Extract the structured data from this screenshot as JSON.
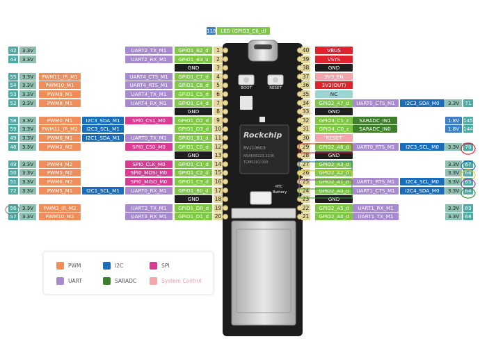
{
  "top_label": {
    "num": "118",
    "name": "LED (GPIO3_C6_d)"
  },
  "board_text": {
    "boot": "BOOT",
    "reset": "RESET",
    "chip_brand": "Rockchip",
    "chip_model": "RV1106G3",
    "chip_line2": "NSA6X8223 2236",
    "chip_line3": "TOM0201 000",
    "rtc": "RTC",
    "battery": "Battery"
  },
  "colors": {
    "pwm": "#ef8e5a",
    "uart": "#a78bce",
    "i2c": "#1a6dbb",
    "spi": "#d93d91",
    "saradc": "#3d7f2a",
    "gpio": "#7ec845",
    "num": "#4eaaa3",
    "v33": "#8fc0b2",
    "gnd": "#1e1e1e",
    "power": "#e0222d",
    "pin": "#e3d79a",
    "sys": "#f5a6ad",
    "adc_v": "#3f7fc4",
    "nc": "#9ad4d3"
  },
  "legend": [
    {
      "key": "pwm",
      "label": "PWM"
    },
    {
      "key": "i2c",
      "label": "I2C"
    },
    {
      "key": "spi",
      "label": "SPI"
    },
    {
      "key": "uart",
      "label": "UART"
    },
    {
      "key": "saradc",
      "label": "SARADC"
    },
    {
      "key": "sys",
      "label": "System Control"
    }
  ],
  "left_pins": [
    {
      "pin": "1",
      "items": [
        {
          "t": "num",
          "v": "42"
        },
        {
          "t": "v33",
          "v": "3.3V"
        },
        {
          "t": "uart",
          "v": "UART2_TX_M1"
        },
        {
          "t": "gpio",
          "v": "GPIO1_B2_d"
        }
      ]
    },
    {
      "pin": "2",
      "items": [
        {
          "t": "num",
          "v": "43"
        },
        {
          "t": "v33",
          "v": "3.3V"
        },
        {
          "t": "uart",
          "v": "UART2_RX_M1"
        },
        {
          "t": "gpio",
          "v": "GPIO1_B3_u"
        }
      ]
    },
    {
      "pin": "3",
      "items": [
        {
          "t": "gnd",
          "v": "GND"
        }
      ]
    },
    {
      "pin": "4",
      "items": [
        {
          "t": "num",
          "v": "55"
        },
        {
          "t": "v33",
          "v": "3.3V"
        },
        {
          "t": "pwm",
          "v": "PWM11_IR_M1"
        },
        {
          "t": "uart",
          "v": "UART4_CTS_M1"
        },
        {
          "t": "gpio",
          "v": "GPIO1_C7_d"
        }
      ]
    },
    {
      "pin": "5",
      "items": [
        {
          "t": "num",
          "v": "54"
        },
        {
          "t": "v33",
          "v": "3.3V"
        },
        {
          "t": "pwm",
          "v": "PWM10_M1"
        },
        {
          "t": "uart",
          "v": "UART4_RTS_M1"
        },
        {
          "t": "gpio",
          "v": "GPIO1_C6_d"
        }
      ]
    },
    {
      "pin": "6",
      "items": [
        {
          "t": "num",
          "v": "53"
        },
        {
          "t": "v33",
          "v": "3.3V"
        },
        {
          "t": "pwm",
          "v": "PWM9_M1"
        },
        {
          "t": "uart",
          "v": "UART4_TX_M1"
        },
        {
          "t": "gpio",
          "v": "GPIO1_C5_d"
        }
      ]
    },
    {
      "pin": "7",
      "items": [
        {
          "t": "num",
          "v": "52"
        },
        {
          "t": "v33",
          "v": "3.3V"
        },
        {
          "t": "pwm",
          "v": "PWM8_M1"
        },
        {
          "t": "uart",
          "v": "UART4_RX_M1"
        },
        {
          "t": "gpio",
          "v": "GPIO1_C4_d"
        }
      ]
    },
    {
      "pin": "8",
      "items": [
        {
          "t": "gnd",
          "v": "GND"
        }
      ]
    },
    {
      "pin": "9",
      "items": [
        {
          "t": "num",
          "v": "58"
        },
        {
          "t": "v33",
          "v": "3.3V"
        },
        {
          "t": "pwm",
          "v": "PWM0_M1"
        },
        {
          "t": "i2c",
          "v": "I2C3_SDA_M1"
        },
        {
          "t": "spi",
          "v": "SPI0_CS1_M0"
        },
        {
          "t": "gpio",
          "v": "GPIO1_D2_d"
        }
      ]
    },
    {
      "pin": "10",
      "items": [
        {
          "t": "num",
          "v": "59"
        },
        {
          "t": "v33",
          "v": "3.3V"
        },
        {
          "t": "pwm",
          "v": "PWM11_IR_M2"
        },
        {
          "t": "i2c",
          "v": "I2C3_SCL_M1"
        },
        {
          "t": "gpio",
          "v": "GPIO1_D3_d"
        }
      ]
    },
    {
      "pin": "11",
      "items": [
        {
          "t": "num",
          "v": "49"
        },
        {
          "t": "v33",
          "v": "3.3V"
        },
        {
          "t": "pwm",
          "v": "PWM6_M1"
        },
        {
          "t": "i2c",
          "v": "I2C1_SDA_M1"
        },
        {
          "t": "uart",
          "v": "UART0_TX_M1"
        },
        {
          "t": "gpio",
          "v": "GPIO1_B1_d"
        }
      ]
    },
    {
      "pin": "12",
      "items": [
        {
          "t": "num",
          "v": "48"
        },
        {
          "t": "v33",
          "v": "3.3V"
        },
        {
          "t": "pwm",
          "v": "PWM2_M2"
        },
        {
          "t": "spi",
          "v": "SPI0_CS0_M0"
        },
        {
          "t": "gpio",
          "v": "GPIO1_C0_d"
        }
      ]
    },
    {
      "pin": "13",
      "items": [
        {
          "t": "gnd",
          "v": "GND"
        }
      ]
    },
    {
      "pin": "14",
      "items": [
        {
          "t": "num",
          "v": "49"
        },
        {
          "t": "v33",
          "v": "3.3V"
        },
        {
          "t": "pwm",
          "v": "PWM4_M2"
        },
        {
          "t": "spi",
          "v": "SPI0_CLK_M0"
        },
        {
          "t": "gpio",
          "v": "GPIO1_C1_d"
        }
      ]
    },
    {
      "pin": "15",
      "items": [
        {
          "t": "num",
          "v": "50"
        },
        {
          "t": "v33",
          "v": "3.3V"
        },
        {
          "t": "pwm",
          "v": "PWM5_M2"
        },
        {
          "t": "spi",
          "v": "SPI0_MOSI_M0"
        },
        {
          "t": "gpio",
          "v": "GPIO1_C2_d"
        }
      ]
    },
    {
      "pin": "16",
      "items": [
        {
          "t": "num",
          "v": "51"
        },
        {
          "t": "v33",
          "v": "3.3V"
        },
        {
          "t": "pwm",
          "v": "PWM6_M2"
        },
        {
          "t": "spi",
          "v": "SPI0_MISO_M0"
        },
        {
          "t": "gpio",
          "v": "GPIO1_C3_d"
        }
      ]
    },
    {
      "pin": "17",
      "items": [
        {
          "t": "num",
          "v": "72"
        },
        {
          "t": "v33",
          "v": "3.3V"
        },
        {
          "t": "pwm",
          "v": "PWM5_M1"
        },
        {
          "t": "i2c",
          "v": "I2C1_SCL_M1"
        },
        {
          "t": "uart",
          "v": "UART0_RX_M1"
        },
        {
          "t": "gpio",
          "v": "GPIO1_B0_d"
        }
      ]
    },
    {
      "pin": "18",
      "items": [
        {
          "t": "gnd",
          "v": "GND"
        }
      ]
    },
    {
      "pin": "19",
      "items": [
        {
          "t": "num",
          "v": "56"
        },
        {
          "t": "v33",
          "v": "3.3V"
        },
        {
          "t": "pwm",
          "v": "PWM3_IR_M2"
        },
        {
          "t": "uart",
          "v": "UART3_TX_M1"
        },
        {
          "t": "gpio",
          "v": "GPIO1_D0_d"
        }
      ]
    },
    {
      "pin": "20",
      "items": [
        {
          "t": "num",
          "v": "57"
        },
        {
          "t": "v33",
          "v": "3.3V"
        },
        {
          "t": "pwm",
          "v": "PWM10_M2"
        },
        {
          "t": "uart",
          "v": "UART3_RX_M1"
        },
        {
          "t": "gpio",
          "v": "GPIO1_D1_d"
        }
      ]
    }
  ],
  "right_pins": [
    {
      "pin": "40",
      "items": [
        {
          "t": "power",
          "v": "VBUS"
        }
      ]
    },
    {
      "pin": "39",
      "items": [
        {
          "t": "power",
          "v": "VSYS"
        }
      ]
    },
    {
      "pin": "38",
      "items": [
        {
          "t": "gnd",
          "v": "GND"
        }
      ]
    },
    {
      "pin": "37",
      "items": [
        {
          "t": "sys",
          "v": "3V3_EN"
        }
      ]
    },
    {
      "pin": "36",
      "items": [
        {
          "t": "power",
          "v": "3V3(OUT)"
        }
      ]
    },
    {
      "pin": "35",
      "items": [
        {
          "t": "nc",
          "v": "NC"
        }
      ]
    },
    {
      "pin": "34",
      "items": [
        {
          "t": "gpio",
          "v": "GPIO2_A7_d"
        },
        {
          "t": "uart",
          "v": "UART0_CTS_M1"
        },
        {
          "t": "i2c",
          "v": "I2C3_SDA_M0"
        },
        {
          "t": "v33",
          "v": "3.3V"
        },
        {
          "t": "num",
          "v": "71"
        }
      ]
    },
    {
      "pin": "33",
      "items": [
        {
          "t": "gnd",
          "v": "GND"
        }
      ]
    },
    {
      "pin": "32",
      "items": [
        {
          "t": "gpio",
          "v": "GPIO4_C1_z"
        },
        {
          "t": "saradc",
          "v": "SARADC_IN1"
        },
        {
          "t": "adc_v",
          "v": "1.8V"
        },
        {
          "t": "num",
          "v": "145"
        }
      ]
    },
    {
      "pin": "31",
      "items": [
        {
          "t": "gpio",
          "v": "GPIO4_C0_z"
        },
        {
          "t": "saradc",
          "v": "SARADC_IN0"
        },
        {
          "t": "adc_v",
          "v": "1.8V"
        },
        {
          "t": "num",
          "v": "144"
        }
      ]
    },
    {
      "pin": "30",
      "items": [
        {
          "t": "sys",
          "v": "RESET"
        }
      ]
    },
    {
      "pin": "29",
      "items": [
        {
          "t": "gpio",
          "v": "GPIO2_A6_d"
        },
        {
          "t": "uart",
          "v": "UART0_RTS_M1"
        },
        {
          "t": "i2c",
          "v": "I2C3_SCL_M0"
        },
        {
          "t": "v33",
          "v": "3.3V"
        },
        {
          "t": "num",
          "v": "70"
        }
      ]
    },
    {
      "pin": "28",
      "items": [
        {
          "t": "gnd",
          "v": "GND"
        }
      ]
    },
    {
      "pin": "27",
      "items": [
        {
          "t": "gpio",
          "v": "GPIO2_A3_d"
        },
        {
          "t": "v33",
          "v": "3.3V"
        },
        {
          "t": "num",
          "v": "67"
        }
      ]
    },
    {
      "pin": "26",
      "items": [
        {
          "t": "gpio",
          "v": "GPIO2_A2_d"
        },
        {
          "t": "v33",
          "v": "3.3V"
        },
        {
          "t": "num",
          "v": "66"
        }
      ]
    },
    {
      "pin": "25",
      "items": [
        {
          "t": "gpio",
          "v": "GPIO2_A1_d"
        },
        {
          "t": "uart",
          "v": "UART1_RTS_M1"
        },
        {
          "t": "i2c",
          "v": "I2C4_SCL_M0"
        },
        {
          "t": "v33",
          "v": "3.3V"
        },
        {
          "t": "num",
          "v": "65"
        }
      ]
    },
    {
      "pin": "24",
      "items": [
        {
          "t": "gpio",
          "v": "GPIO2_A0_d"
        },
        {
          "t": "uart",
          "v": "UART1_CTS_M1"
        },
        {
          "t": "i2c",
          "v": "I2C4_SDA_M0"
        },
        {
          "t": "v33",
          "v": "3.3V"
        },
        {
          "t": "num",
          "v": "64"
        }
      ]
    },
    {
      "pin": "23",
      "items": [
        {
          "t": "gnd",
          "v": "GND"
        }
      ]
    },
    {
      "pin": "22",
      "items": [
        {
          "t": "gpio",
          "v": "GPIO2_A5_d"
        },
        {
          "t": "uart",
          "v": "UART1_RX_M1"
        },
        {
          "t": "v33",
          "v": "3.3V"
        },
        {
          "t": "num",
          "v": "69"
        }
      ]
    },
    {
      "pin": "21",
      "items": [
        {
          "t": "gpio",
          "v": "GPIO2_A4_d"
        },
        {
          "t": "uart",
          "v": "UART1_TX_M1"
        },
        {
          "t": "v33",
          "v": "3.3V"
        },
        {
          "t": "num",
          "v": "68"
        }
      ]
    }
  ]
}
